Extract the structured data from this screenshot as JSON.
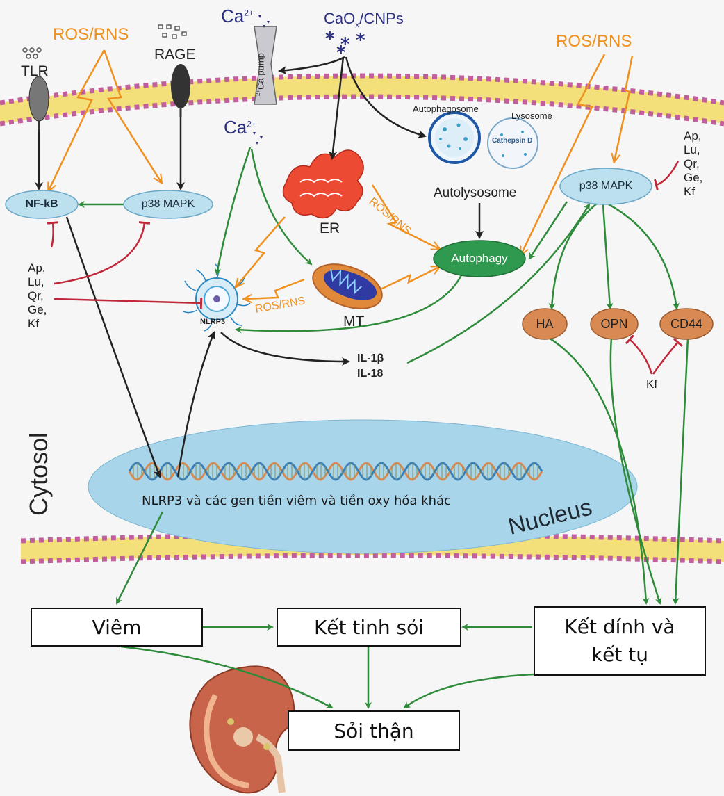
{
  "top": {
    "ros_rns_left": "ROS/RNS",
    "ros_rns_right": "ROS/RNS",
    "tlr": "TLR",
    "rage": "RAGE",
    "ca2_top": "Ca",
    "ca2_top_sup": "2+",
    "ca2_mid": "Ca",
    "ca2_mid_sup": "2+",
    "caox": "CaO",
    "caox_sub": "x",
    "caox_rest": "/CNPs",
    "ca_pump": "Ca   pump",
    "ca_pump_sup": "2+"
  },
  "organelles": {
    "autophagosome": "Autophagosome",
    "lysosome": "Lysosome",
    "cathepsin": "Cathepsin D",
    "autolysosome": "Autolysosome",
    "er": "ER",
    "mt": "MT",
    "ros_er": "ROS/RNS",
    "ros_mt": "ROS/RNS"
  },
  "nodes": {
    "nfkb": "NF-kB",
    "p38_left": "p38 MAPK",
    "p38_right": "p38 MAPK",
    "autophagy": "Autophagy",
    "nlrp3": "NLRP3",
    "il1b": "IL-1β",
    "il18": "IL-18",
    "ha": "HA",
    "opn": "OPN",
    "cd44": "CD44"
  },
  "inhibitors": {
    "left": "Ap,\nLu,\nQr,\nGe,\nKf",
    "right": "Ap,\nLu,\nQr,\nGe,\nKf",
    "kf": "Kf"
  },
  "cell": {
    "cytosol": "Cytosol",
    "nucleus": "Nucleus",
    "gene_caption": "NLRP3 và các gen tiền viêm và tiền oxy hóa khác"
  },
  "outcomes": {
    "viem": "Viêm",
    "ket_tinh": "Kết tinh sỏi",
    "ket_dinh_1": "Kết dính và",
    "ket_dinh_2": "kết tụ",
    "soi_than": "Sỏi thận"
  },
  "colors": {
    "green_arrow": "#2e8b3a",
    "black_arrow": "#222222",
    "orange_arrow": "#f0901e",
    "inhibit_red": "#c0283a",
    "node_blue": "#bde0ef",
    "nucleus_blue": "#a9d5ea",
    "autophagy_green": "#2f9a4f",
    "node_brown": "#d98a52",
    "membrane_yellow": "#f3e07a",
    "membrane_pink": "#c05f9b"
  }
}
